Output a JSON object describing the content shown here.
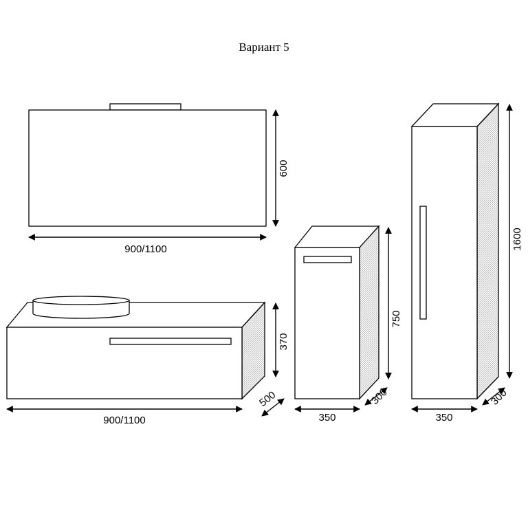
{
  "title": "Вариант 5",
  "dimensions": {
    "mirror_height": "600",
    "mirror_width": "900/1100",
    "vanity_height": "370",
    "vanity_width": "900/1100",
    "vanity_depth": "500",
    "small_cabinet_height": "750",
    "small_cabinet_width": "350",
    "small_cabinet_depth": "300",
    "tall_cabinet_height": "1600",
    "tall_cabinet_width": "350",
    "tall_cabinet_depth": "300"
  }
}
